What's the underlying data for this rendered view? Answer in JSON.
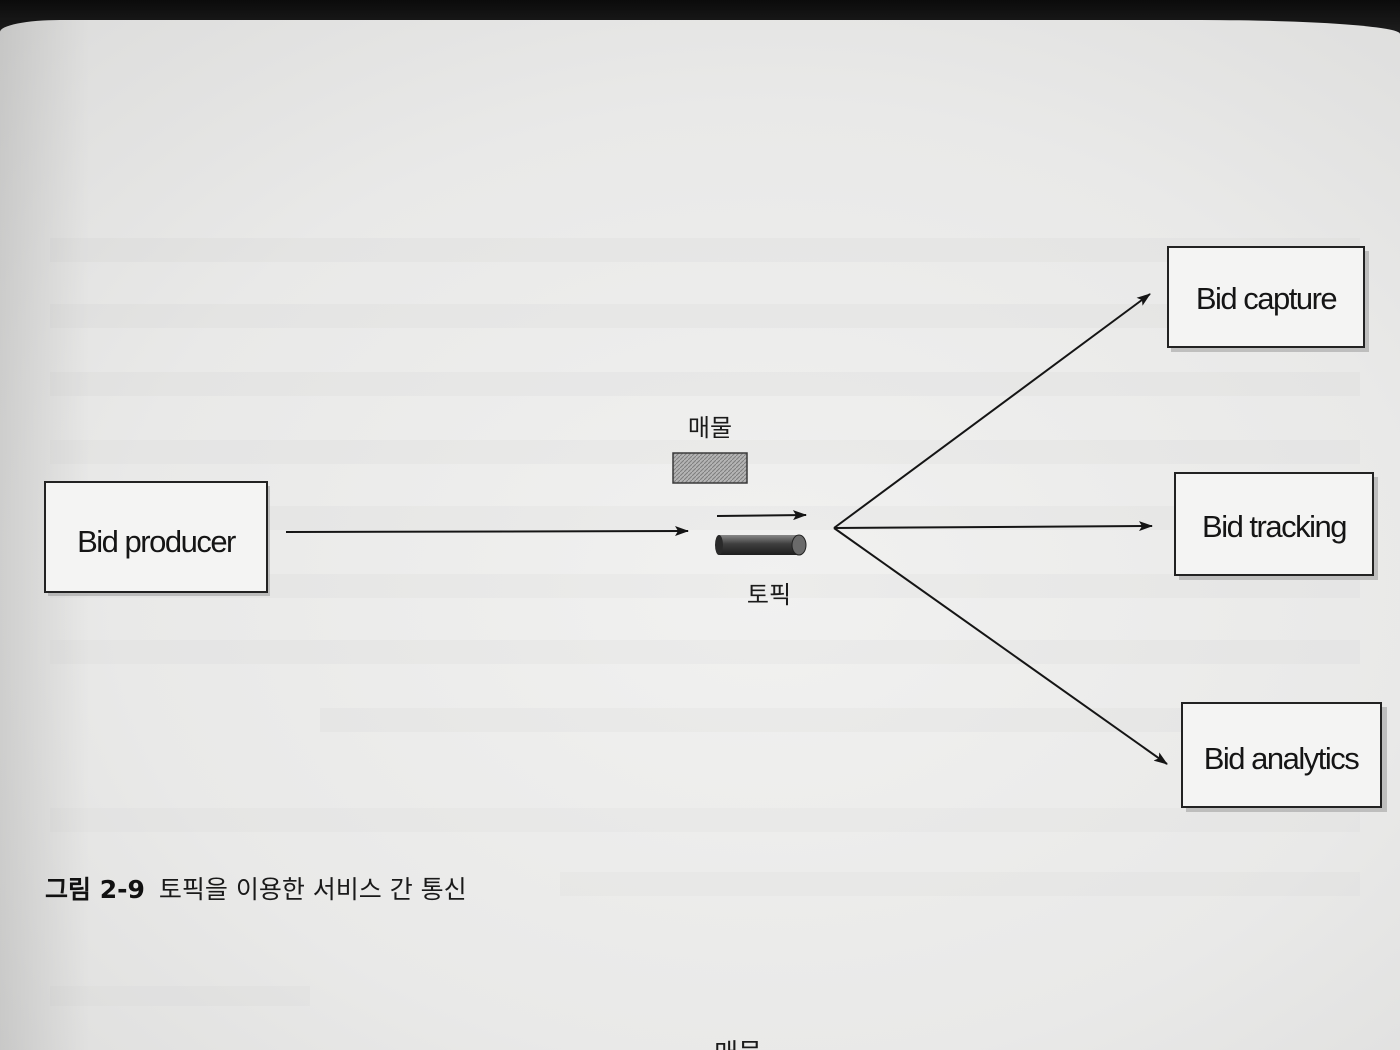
{
  "diagram": {
    "producer": {
      "label": "Bid producer"
    },
    "message": {
      "label": "매물"
    },
    "topic": {
      "label": "토픽"
    },
    "consumers": [
      {
        "label": "Bid capture"
      },
      {
        "label": "Bid tracking"
      },
      {
        "label": "Bid analytics"
      }
    ]
  },
  "caption": {
    "number": "그림 2-9",
    "text": "토픽을 이용한 서비스 간 통신"
  },
  "footer": {
    "partial_label": "매물"
  },
  "colors": {
    "ink": "#151515",
    "message_fill": "#a8a8a8",
    "topic_fill": "#505050"
  }
}
